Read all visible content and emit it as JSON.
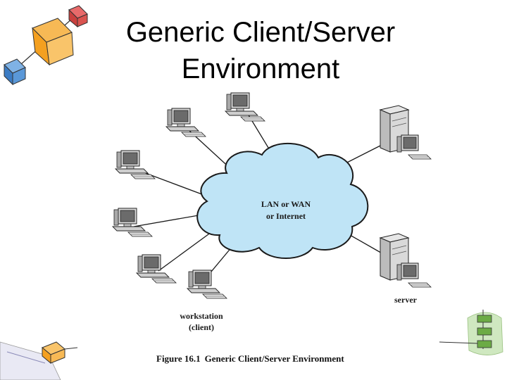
{
  "slide": {
    "title_line1": "Generic Client/Server",
    "title_line2": "Environment"
  },
  "diagram": {
    "cloud_label_line1": "LAN or WAN",
    "cloud_label_line2": "or Internet",
    "workstation_label_line1": "workstation",
    "workstation_label_line2": "(client)",
    "server_label": "server",
    "caption_figure": "Figure 16.1",
    "caption_text": "Generic Client/Server Environment"
  },
  "colors": {
    "cloud_fill": "#bfe4f6",
    "cloud_stroke": "#1a1a1a",
    "computer_body": "#cfcfcf",
    "computer_dark": "#555555",
    "cube_red": "#d9534f",
    "cube_orange": "#f5a623",
    "cube_blue": "#4a8fd4",
    "flow_green": "#7cbf5a"
  }
}
